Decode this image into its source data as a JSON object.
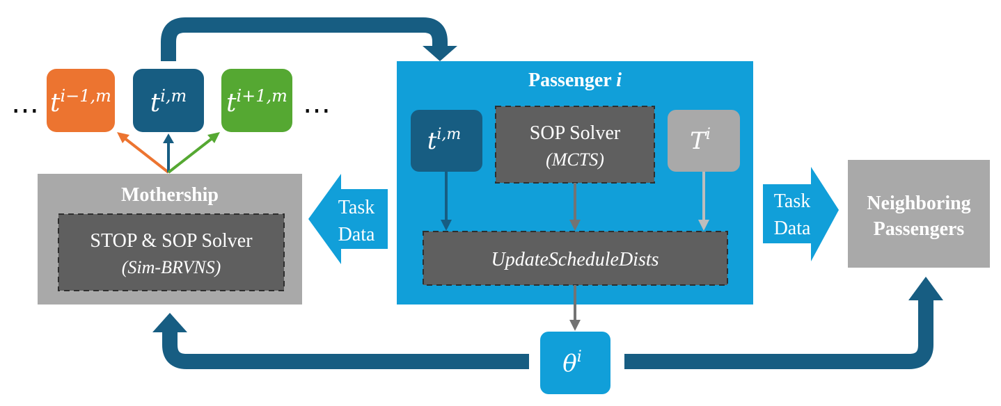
{
  "colors": {
    "dark_blue": "#175d82",
    "light_blue": "#119fd9",
    "orange": "#ec7430",
    "green": "#55a832",
    "gray": "#a9a9a9",
    "dark_gray": "#5f5f5f",
    "arrow_gray": "#737373",
    "light_gray_arrow": "#bdbdbd",
    "white": "#ffffff"
  },
  "schedule_tokens": {
    "left_ellipsis": "…",
    "right_ellipsis": "…",
    "prev": {
      "base": "t",
      "sup": "i−1,m"
    },
    "current": {
      "base": "t",
      "sup": "i,m"
    },
    "next": {
      "base": "t",
      "sup": "i+1,m"
    }
  },
  "mothership": {
    "title": "Mothership",
    "solver_line1": "STOP & SOP Solver",
    "solver_line2": "(Sim-BRVNS)"
  },
  "passenger": {
    "title_prefix": "Passenger ",
    "title_var": "i",
    "schedule": {
      "base": "t",
      "sup": "i,m"
    },
    "solver_line1": "SOP Solver",
    "solver_line2": "(MCTS)",
    "task_set": {
      "base": "T",
      "sup": "i"
    },
    "update_label": "UpdateScheduleDists"
  },
  "task_data_left": {
    "line1": "Task",
    "line2": "Data"
  },
  "task_data_right": {
    "line1": "Task",
    "line2": "Data"
  },
  "neighbors": {
    "line1": "Neighboring",
    "line2": "Passengers"
  },
  "theta": {
    "base": "θ",
    "sup": "i"
  }
}
